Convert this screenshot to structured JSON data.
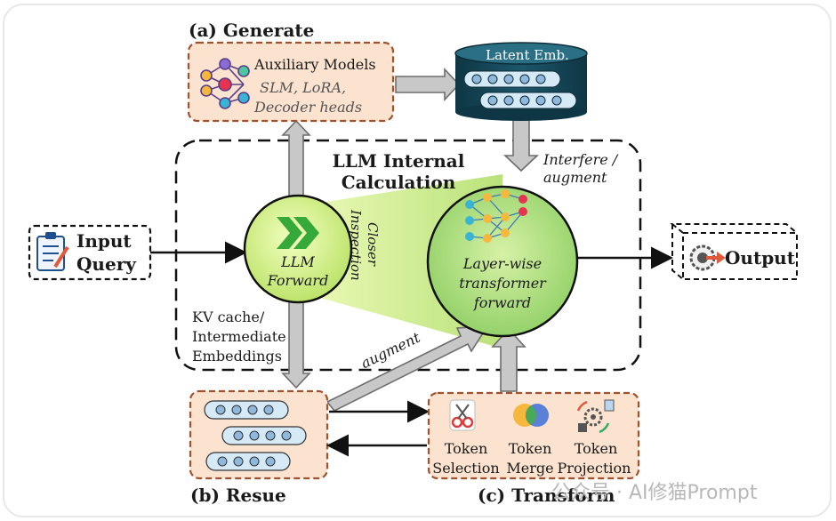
{
  "sections": {
    "generate": "(a) Generate",
    "reuse": "(b) Resue",
    "transform": "(c) Transform"
  },
  "generate_box": {
    "title": "Auxiliary Models",
    "line1": "SLM, LoRA,",
    "line2": "Decoder heads"
  },
  "latent": {
    "label": "Latent Emb."
  },
  "internal": {
    "line1": "LLM Internal",
    "line2": "Calculation"
  },
  "interfere": {
    "line1": "Interfere /",
    "line2": "augment"
  },
  "input": {
    "line1": "Input",
    "line2": "Query"
  },
  "llm_forward": {
    "line1": "LLM",
    "line2": "Forward"
  },
  "closer": {
    "line1": "Closer",
    "line2": "Inspection"
  },
  "layerwise": {
    "line1": "Layer-wise",
    "line2": "transformer",
    "line3": "forward"
  },
  "output": {
    "label": "Output"
  },
  "kv": {
    "line1": "KV cache/",
    "line2": "Intermediate",
    "line3": "Embeddings"
  },
  "augment_label": "augment",
  "transform_items": [
    {
      "line1": "Token",
      "line2": "Selection",
      "icon": "scissors-icon"
    },
    {
      "line1": "Token",
      "line2": "Merge",
      "icon": "venn-icon"
    },
    {
      "line1": "Token",
      "line2": "Projection",
      "icon": "gear-projection-icon"
    }
  ],
  "watermark": "公众号 · AI修猫Prompt",
  "colors": {
    "box_fill": "#fbe3d0",
    "box_border": "#a0522d",
    "green_dark": "#4fa83a",
    "green_light": "#d8f28a",
    "cylinder": "#17495a",
    "arrow_gray": "#c8c8c8"
  }
}
